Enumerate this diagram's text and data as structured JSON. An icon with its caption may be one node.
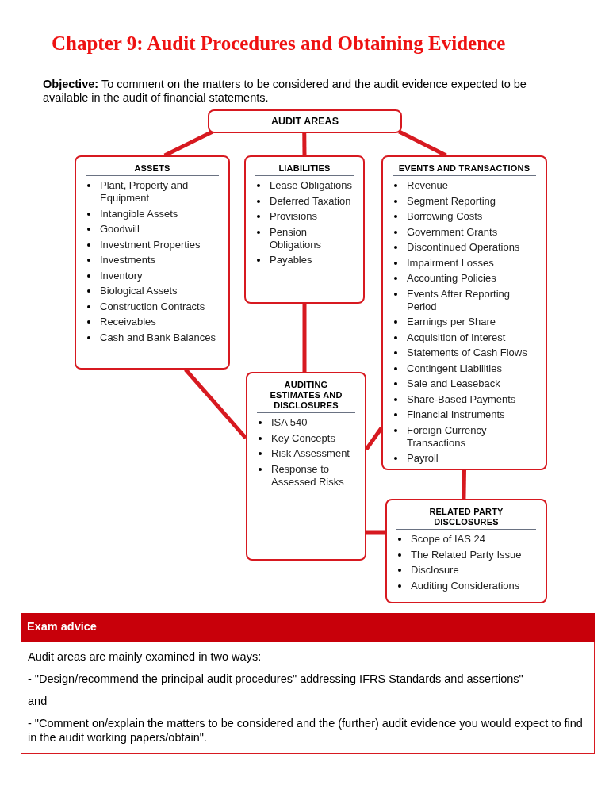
{
  "diagram": {
    "title": "Chapter 9: Audit Procedures and Obtaining Evidence",
    "nodes": [
      {
        "text": [
          "AUDIT AREAS"
        ]
      },
      {
        "text": [
          "ASSETS",
          "Plant, Property and Equipment",
          "Intangible Assets",
          "Goodwill",
          "Investment Properties",
          "Investments",
          "Inventory",
          "Biological Assets",
          "Construction Contracts",
          "Receivables",
          "Cash and Bank Balances"
        ]
      },
      {
        "text": [
          "LIABILITIES",
          "Lease Obligations",
          "Deferred Taxation",
          "Provisions",
          "Pension Obligations",
          "Payables"
        ]
      },
      {
        "text": [
          "EVENTS AND TRANSACTIONS",
          "Revenue",
          "Segment Reporting",
          "Borrowing Costs",
          "Government Grants",
          "Discontinued Operations",
          "Impairment Losses",
          "Accounting Policies",
          "Events After Reporting Period",
          "Earnings per Share",
          "Acquisition of Interest",
          "Statements of Cash Flows",
          "Contingent Liabilities",
          "Sale and Leaseback",
          "Share-Based Payments",
          "Financial Instruments",
          "Foreign Currency Transactions",
          "Payroll"
        ]
      },
      {
        "text": [
          "AUDITING ESTIMATES AND DISCLOSURES",
          "ISA 540",
          "Key Concepts",
          "Risk Assessment",
          "Response to Assessed Risks"
        ]
      },
      {
        "text": [
          "RELATED PARTY DISCLOSURES",
          "Scope of IAS 24",
          "The Related Party Issue",
          "Disclosure",
          "Auditing Considerations"
        ]
      },
      {
        "text": [
          "Exam advice",
          "Audit areas are mainly examined in two ways:",
          "- \"Design/recommend the principal audit procedures\" addressing IFRS Standards and assertions\"",
          "and",
          "- \"Comment on/explain the matters to be considered and the (further) audit evidence you would expect to find in the audit working papers/obtain\"."
        ]
      }
    ],
    "edges": [
      {
        "from": 0,
        "to": 1,
        "arrow": "none"
      },
      {
        "from": 0,
        "to": 2,
        "arrow": "none"
      },
      {
        "from": 0,
        "to": 3,
        "arrow": "none"
      },
      {
        "from": 1,
        "to": 4,
        "arrow": "none"
      },
      {
        "from": 2,
        "to": 4,
        "arrow": "none"
      },
      {
        "from": 3,
        "to": 4,
        "arrow": "none"
      },
      {
        "from": 3,
        "to": 5,
        "arrow": "none"
      },
      {
        "from": 4,
        "to": 5,
        "arrow": "none"
      }
    ],
    "labels": [
      "**Objective:** To comment on the matters to be considered and the audit evidence expected to be available in the audit of financial statements."
    ]
  }
}
